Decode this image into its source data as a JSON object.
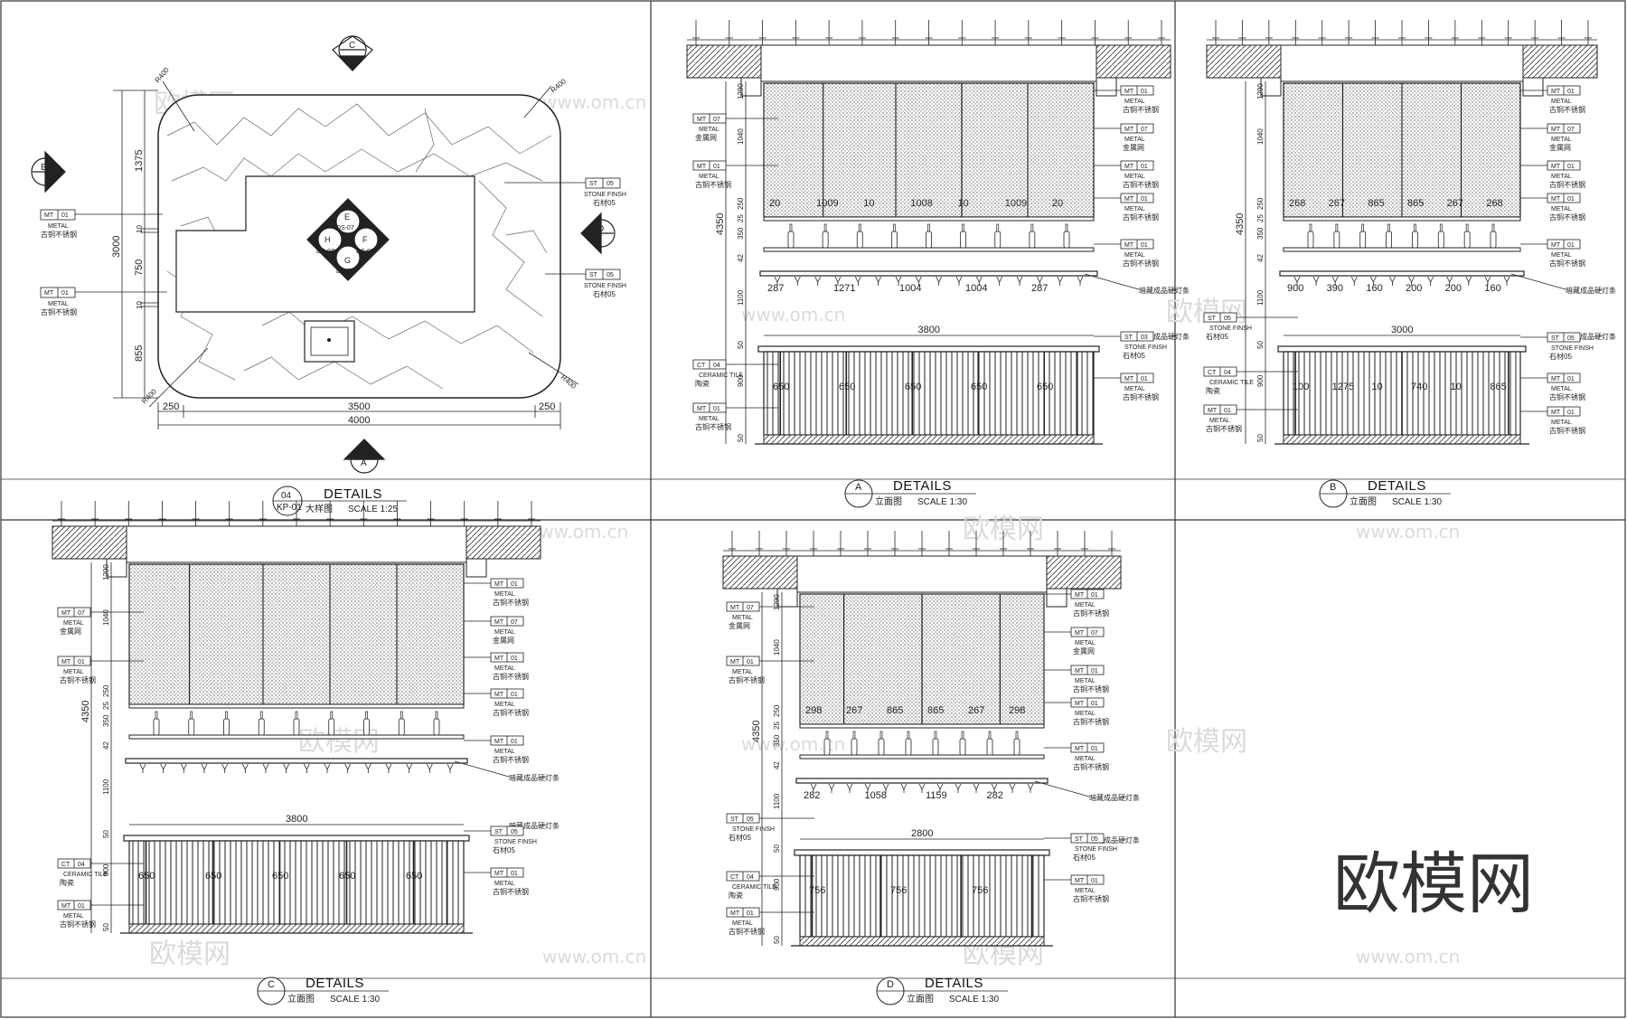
{
  "watermark": {
    "brand": "欧模网",
    "site": "www.om.cn"
  },
  "logo": "欧模网",
  "panels": [
    {
      "id": "plan",
      "caption": {
        "number": "04",
        "ref": "KP-01",
        "title": "DETAILS",
        "sub_cn": "大样图",
        "scale": "SCALE 1:25"
      },
      "callouts": {
        "top": "C",
        "left": "B",
        "right": "D",
        "bottom": "A"
      },
      "center_marks": {
        "top": "E",
        "left": "H",
        "right": "F",
        "bottom": "G",
        "code": "DS-07"
      },
      "radius": "R400",
      "dims_v": [
        "1375",
        "10",
        "750",
        "10",
        "855"
      ],
      "dim_total_v": "3000",
      "dims_h": [
        "250",
        "3500",
        "250"
      ],
      "dim_total_h": "4000",
      "tags": [
        {
          "code": "MT",
          "num": "01",
          "en": "METAL",
          "cn": "古铜不锈钢"
        },
        {
          "code": "MT",
          "num": "01",
          "en": "METAL",
          "cn": "古铜不锈钢"
        },
        {
          "code": "ST",
          "num": "05",
          "en": "STONE FINSH",
          "cn": "石材05"
        },
        {
          "code": "ST",
          "num": "05",
          "en": "STONE FINSH",
          "cn": "石材05"
        }
      ]
    },
    {
      "id": "A",
      "caption": {
        "letter": "A",
        "title": "DETAILS",
        "sub_cn": "立面图",
        "scale": "SCALE 1:30"
      },
      "dims_upper": [
        "20",
        "1009",
        "10",
        "1008",
        "10",
        "1009",
        "20"
      ],
      "dims_lower": [
        "287",
        "1271",
        "1004",
        "1004",
        "287"
      ],
      "dim_width": "3800",
      "dims_counter": [
        "650",
        "650",
        "650",
        "650",
        "650"
      ],
      "dims_v": [
        "1290",
        "1040",
        "250",
        "25",
        "350",
        "42",
        "1100",
        "50",
        "900",
        "50"
      ],
      "dim_total_v": "4350",
      "note_led": "暗藏成品硬灯条",
      "left_tags": [
        {
          "code": "MT",
          "num": "07",
          "en": "METAL",
          "cn": "金属网"
        },
        {
          "code": "MT",
          "num": "01",
          "en": "METAL",
          "cn": "古铜不锈钢"
        },
        {
          "code": "CT",
          "num": "04",
          "en": "CERAMIC TILE",
          "cn": "陶瓷"
        },
        {
          "code": "MT",
          "num": "01",
          "en": "METAL",
          "cn": "古铜不锈钢"
        }
      ],
      "right_tags": [
        {
          "code": "MT",
          "num": "01",
          "en": "METAL",
          "cn": "古铜不锈钢"
        },
        {
          "code": "MT",
          "num": "07",
          "en": "METAL",
          "cn": "金属网"
        },
        {
          "code": "MT",
          "num": "01",
          "en": "METAL",
          "cn": "古铜不锈钢"
        },
        {
          "code": "MT",
          "num": "01",
          "en": "METAL",
          "cn": "古铜不锈钢"
        },
        {
          "code": "MT",
          "num": "01",
          "en": "METAL",
          "cn": "古铜不锈钢"
        },
        {
          "code": "ST",
          "num": "03",
          "en": "STONE FINSH",
          "cn": "石材05"
        },
        {
          "code": "MT",
          "num": "01",
          "en": "METAL",
          "cn": "古铜不锈钢"
        }
      ]
    },
    {
      "id": "B",
      "caption": {
        "letter": "B",
        "title": "DETAILS",
        "sub_cn": "立面图",
        "scale": "SCALE 1:30"
      },
      "dims_upper": [
        "268",
        "267",
        "865",
        "865",
        "267",
        "268"
      ],
      "dim_width": "3000",
      "dims_counter": [
        "100",
        "1275",
        "10",
        "740",
        "10",
        "865"
      ],
      "dims_lower": [
        "900",
        "390",
        "160",
        "200",
        "200",
        "160"
      ],
      "dims_v": [
        "1290",
        "1040",
        "250",
        "25",
        "350",
        "42",
        "1100",
        "50",
        "900",
        "50"
      ],
      "dim_total_v": "4350",
      "note_led": "暗藏成品硬灯条",
      "left_tags": [
        {
          "code": "ST",
          "num": "05",
          "en": "STONE FINSH",
          "cn": "石材05"
        },
        {
          "code": "CT",
          "num": "04",
          "en": "CERAMIC TILE",
          "cn": "陶瓷"
        },
        {
          "code": "MT",
          "num": "01",
          "en": "METAL",
          "cn": "古铜不锈钢"
        }
      ],
      "right_tags": [
        {
          "code": "MT",
          "num": "01",
          "en": "METAL",
          "cn": "古铜不锈钢"
        },
        {
          "code": "MT",
          "num": "07",
          "en": "METAL",
          "cn": "金属网"
        },
        {
          "code": "MT",
          "num": "01",
          "en": "METAL",
          "cn": "古铜不锈钢"
        },
        {
          "code": "MT",
          "num": "01",
          "en": "METAL",
          "cn": "古铜不锈钢"
        },
        {
          "code": "MT",
          "num": "01",
          "en": "METAL",
          "cn": "古铜不锈钢"
        },
        {
          "code": "ST",
          "num": "05",
          "en": "STONE FINSH",
          "cn": "石材05"
        },
        {
          "code": "MT",
          "num": "01",
          "en": "METAL",
          "cn": "古铜不锈钢"
        },
        {
          "code": "MT",
          "num": "01",
          "en": "METAL",
          "cn": "古铜不锈钢"
        }
      ]
    },
    {
      "id": "C",
      "caption": {
        "letter": "C",
        "title": "DETAILS",
        "sub_cn": "立面图",
        "scale": "SCALE 1:30"
      },
      "dim_width": "3800",
      "dims_counter": [
        "650",
        "650",
        "650",
        "650",
        "650"
      ],
      "dims_v": [
        "1290",
        "1040",
        "250",
        "25",
        "350",
        "42",
        "1100",
        "50",
        "900",
        "50"
      ],
      "dim_total_v": "4350",
      "note_led": "暗藏成品硬灯条",
      "left_tags": [
        {
          "code": "MT",
          "num": "07",
          "en": "METAL",
          "cn": "金属网"
        },
        {
          "code": "MT",
          "num": "01",
          "en": "METAL",
          "cn": "古铜不锈钢"
        },
        {
          "code": "CT",
          "num": "04",
          "en": "CERAMIC TILE",
          "cn": "陶瓷"
        },
        {
          "code": "MT",
          "num": "01",
          "en": "METAL",
          "cn": "古铜不锈钢"
        }
      ],
      "right_tags": [
        {
          "code": "MT",
          "num": "01",
          "en": "METAL",
          "cn": "古铜不锈钢"
        },
        {
          "code": "MT",
          "num": "07",
          "en": "METAL",
          "cn": "金属网"
        },
        {
          "code": "MT",
          "num": "01",
          "en": "METAL",
          "cn": "古铜不锈钢"
        },
        {
          "code": "MT",
          "num": "01",
          "en": "METAL",
          "cn": "古铜不锈钢"
        },
        {
          "code": "MT",
          "num": "01",
          "en": "METAL",
          "cn": "古铜不锈钢"
        },
        {
          "code": "ST",
          "num": "05",
          "en": "STONE FINSH",
          "cn": "石材05"
        },
        {
          "code": "MT",
          "num": "01",
          "en": "METAL",
          "cn": "古铜不锈钢"
        }
      ]
    },
    {
      "id": "D",
      "caption": {
        "letter": "D",
        "title": "DETAILS",
        "sub_cn": "立面图",
        "scale": "SCALE 1:30"
      },
      "dims_upper": [
        "298",
        "267",
        "865",
        "865",
        "267",
        "298"
      ],
      "dims_lower": [
        "282",
        "1058",
        "1159",
        "282"
      ],
      "dim_width": "2800",
      "dims_counter": [
        "756",
        "756",
        "756"
      ],
      "dims_v": [
        "1290",
        "1040",
        "250",
        "25",
        "350",
        "42",
        "1100",
        "50",
        "900",
        "50"
      ],
      "dim_total_v": "4350",
      "note_led": "暗藏成品硬灯条",
      "left_tags": [
        {
          "code": "MT",
          "num": "07",
          "en": "METAL",
          "cn": "金属网"
        },
        {
          "code": "MT",
          "num": "01",
          "en": "METAL",
          "cn": "古铜不锈钢"
        },
        {
          "code": "ST",
          "num": "05",
          "en": "STONE FINSH",
          "cn": "石材05"
        },
        {
          "code": "CT",
          "num": "04",
          "en": "CERAMIC TILE",
          "cn": "陶瓷"
        },
        {
          "code": "MT",
          "num": "01",
          "en": "METAL",
          "cn": "古铜不锈钢"
        }
      ],
      "right_tags": [
        {
          "code": "MT",
          "num": "01",
          "en": "METAL",
          "cn": "古铜不锈钢"
        },
        {
          "code": "MT",
          "num": "07",
          "en": "METAL",
          "cn": "金属网"
        },
        {
          "code": "MT",
          "num": "01",
          "en": "METAL",
          "cn": "古铜不锈钢"
        },
        {
          "code": "MT",
          "num": "01",
          "en": "METAL",
          "cn": "古铜不锈钢"
        },
        {
          "code": "MT",
          "num": "01",
          "en": "METAL",
          "cn": "古铜不锈钢"
        },
        {
          "code": "ST",
          "num": "05",
          "en": "STONE FINSH",
          "cn": "石材05"
        },
        {
          "code": "MT",
          "num": "01",
          "en": "METAL",
          "cn": "古铜不锈钢"
        }
      ]
    }
  ]
}
